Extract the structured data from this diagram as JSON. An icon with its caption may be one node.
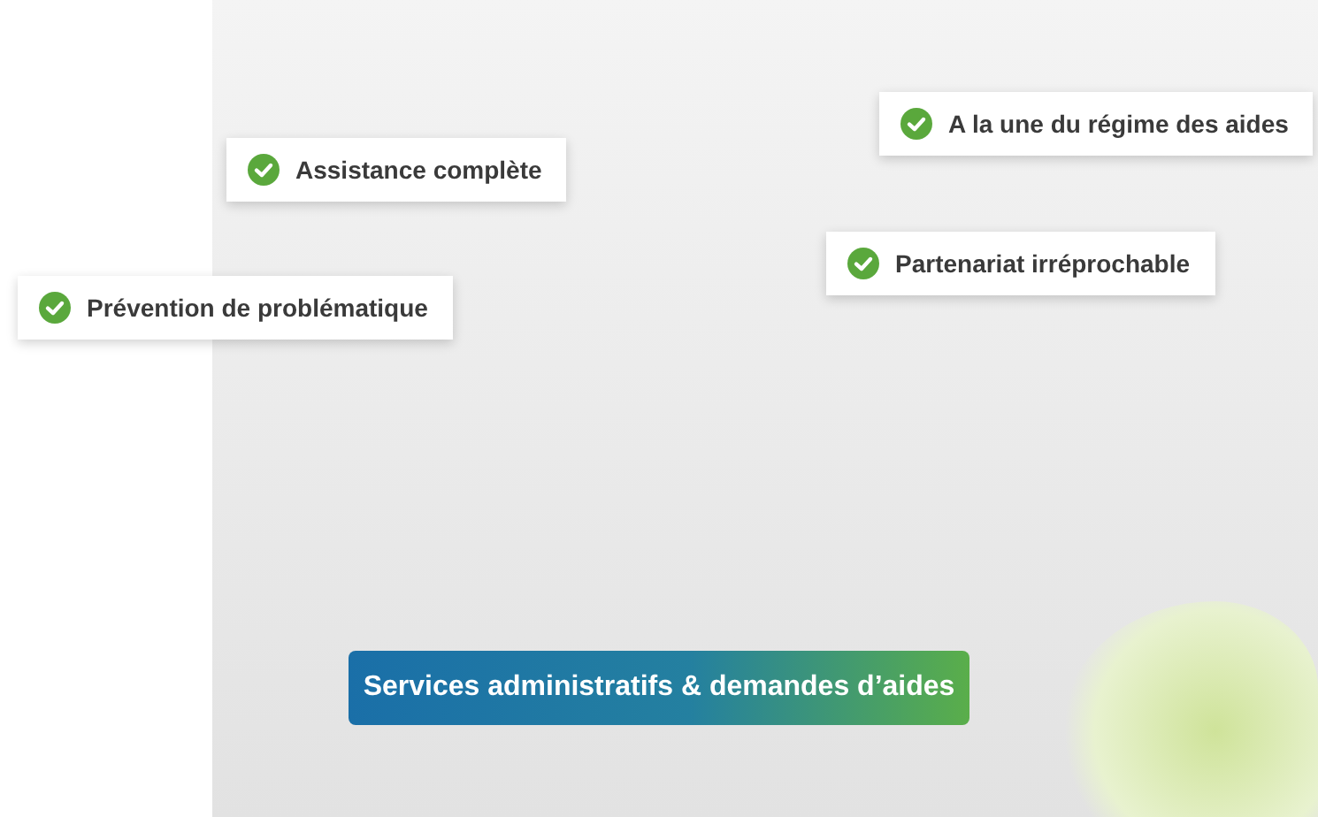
{
  "diagram": {
    "nodes": [
      {
        "text": [
          "A la une du régime des aides"
        ]
      },
      {
        "text": [
          "Assistance complète"
        ]
      },
      {
        "text": [
          "Partenariat irréprochable"
        ]
      },
      {
        "text": [
          "Prévention de problématique"
        ]
      },
      {
        "text": [
          "Services administratifs & demandes d’aides"
        ]
      }
    ],
    "edges": []
  }
}
